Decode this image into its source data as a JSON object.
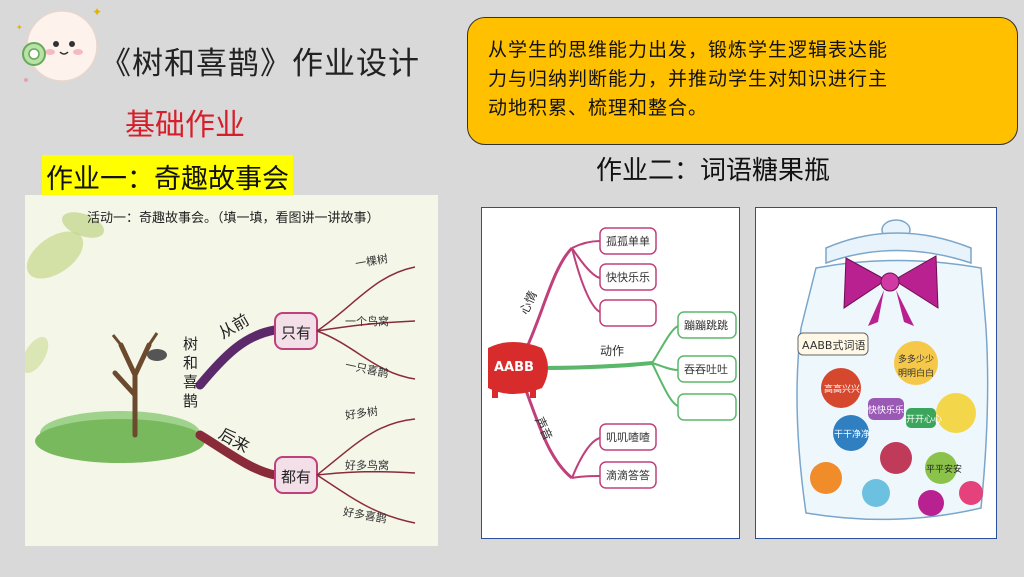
{
  "title": "《树和喜鹊》作业设计",
  "section": "基础作业",
  "homework1_label": "作业一：奇趣故事会",
  "homework2_label": "作业二：词语糖果瓶",
  "callout_lines": [
    "从学生的思维能力出发，锻炼学生逻辑表达能",
    "力与归纳判断能力，并推动学生对知识进行主",
    "动地积累、梳理和整合。"
  ],
  "mindmap1": {
    "heading": "活动一：奇趣故事会。（填一填，看图讲一讲故事）",
    "center": "树和喜鹊",
    "branch_top": "从前",
    "branch_bottom": "后来",
    "node_top": "只有",
    "node_bottom": "都有",
    "leaves_top": [
      "一棵树",
      "一个鸟窝",
      "一只喜鹊"
    ],
    "leaves_bottom": [
      "好多树",
      "好多鸟窝",
      "好多喜鹊"
    ]
  },
  "mindmap2": {
    "center": "AABB",
    "branch_top": "心情",
    "branch_mid": "动作",
    "branch_bottom": "声音",
    "top_items": [
      "孤孤单单",
      "快快乐乐",
      ""
    ],
    "mid_items": [
      "蹦蹦跳跳",
      "吞吞吐吐",
      ""
    ],
    "bottom_items": [
      "叽叽喳喳",
      "滴滴答答",
      ""
    ]
  },
  "jar": {
    "label": "AABB式词语",
    "candy_texts": [
      "多多少少",
      "明明白白",
      "高高兴兴",
      "干干净净",
      "开开心心",
      "平平安安",
      "快快乐乐"
    ]
  },
  "colors": {
    "callout": "#ffc000",
    "highlight": "#ffff00",
    "accent_red": "#d61f2a",
    "map_pink": "#c0407c",
    "map_green": "#5bb86a",
    "map_maroon": "#8a2b3a"
  }
}
